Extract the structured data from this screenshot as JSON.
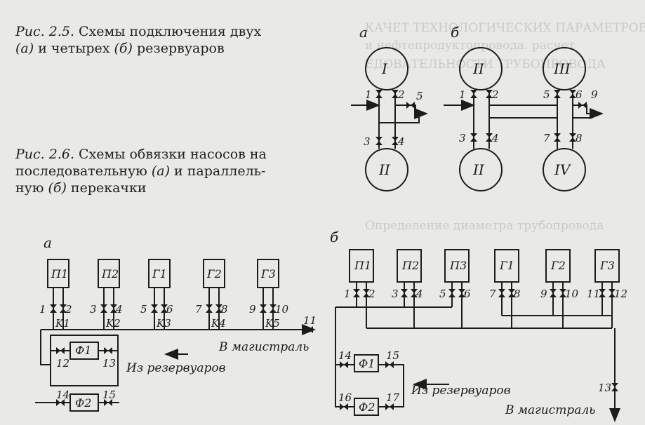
{
  "captions": {
    "fig25": {
      "prefix": "Рис. 2.5.",
      "line1": "Схемы подключения двух",
      "line2a": "(а)",
      "line2b": "и четырех",
      "line2c": "(б)",
      "line2d": "резервуаров"
    },
    "fig26": {
      "prefix": "Рис. 2.6.",
      "line1": "Схемы обвязки насосов на",
      "line2a": "последовательную",
      "line2b": "(а)",
      "line2c": "и параллель-",
      "line3a": "ную",
      "line3b": "(б)",
      "line3c": "перекачки"
    }
  },
  "fig25": {
    "part_a": "а",
    "part_b": "б",
    "tanks_a": [
      "I",
      "II"
    ],
    "tanks_b": [
      "II",
      "III",
      "II",
      "IV"
    ],
    "valves_a": [
      "1",
      "2",
      "5",
      "3",
      "4"
    ],
    "valves_b": [
      "1",
      "2",
      "5",
      "6",
      "9",
      "3",
      "4",
      "7",
      "8"
    ]
  },
  "fig26": {
    "part_a": "а",
    "part_b": "б",
    "a": {
      "pumps": [
        "П1",
        "П2"
      ],
      "tanks": [
        "Г1",
        "Г2",
        "Г3"
      ],
      "valves": [
        "1",
        "2",
        "3",
        "4",
        "5",
        "6",
        "7",
        "8",
        "9",
        "10",
        "12",
        "13",
        "14",
        "15",
        "11"
      ],
      "checks": [
        "K1",
        "K2",
        "K3",
        "K4",
        "K5"
      ],
      "filters": [
        "Ф1",
        "Ф2"
      ],
      "to_main": "В магистраль",
      "from_tanks": "Из резервуаров"
    },
    "b": {
      "pumps": [
        "П1",
        "П2",
        "П3"
      ],
      "tanks": [
        "Г1",
        "Г2",
        "Г3"
      ],
      "valves": [
        "1",
        "2",
        "3",
        "4",
        "5",
        "6",
        "7",
        "8",
        "9",
        "10",
        "11",
        "12",
        "13",
        "14",
        "15",
        "16",
        "17"
      ],
      "filters": [
        "Ф1",
        "Ф2"
      ],
      "from_tanks": "Из резервуаров",
      "to_main": "В магистраль"
    }
  },
  "background_bleed": [
    "КАЧЕТ ТЕХНОЛОГИЧЕСКИХ ПАРАМЕТРОВ",
    "и нефтепродуктопровода. расчет",
    "ЕДОВАТЕЛЬНОСТИ ТРУБОПРОВОДА",
    "Определение диаметра трубопровода"
  ]
}
